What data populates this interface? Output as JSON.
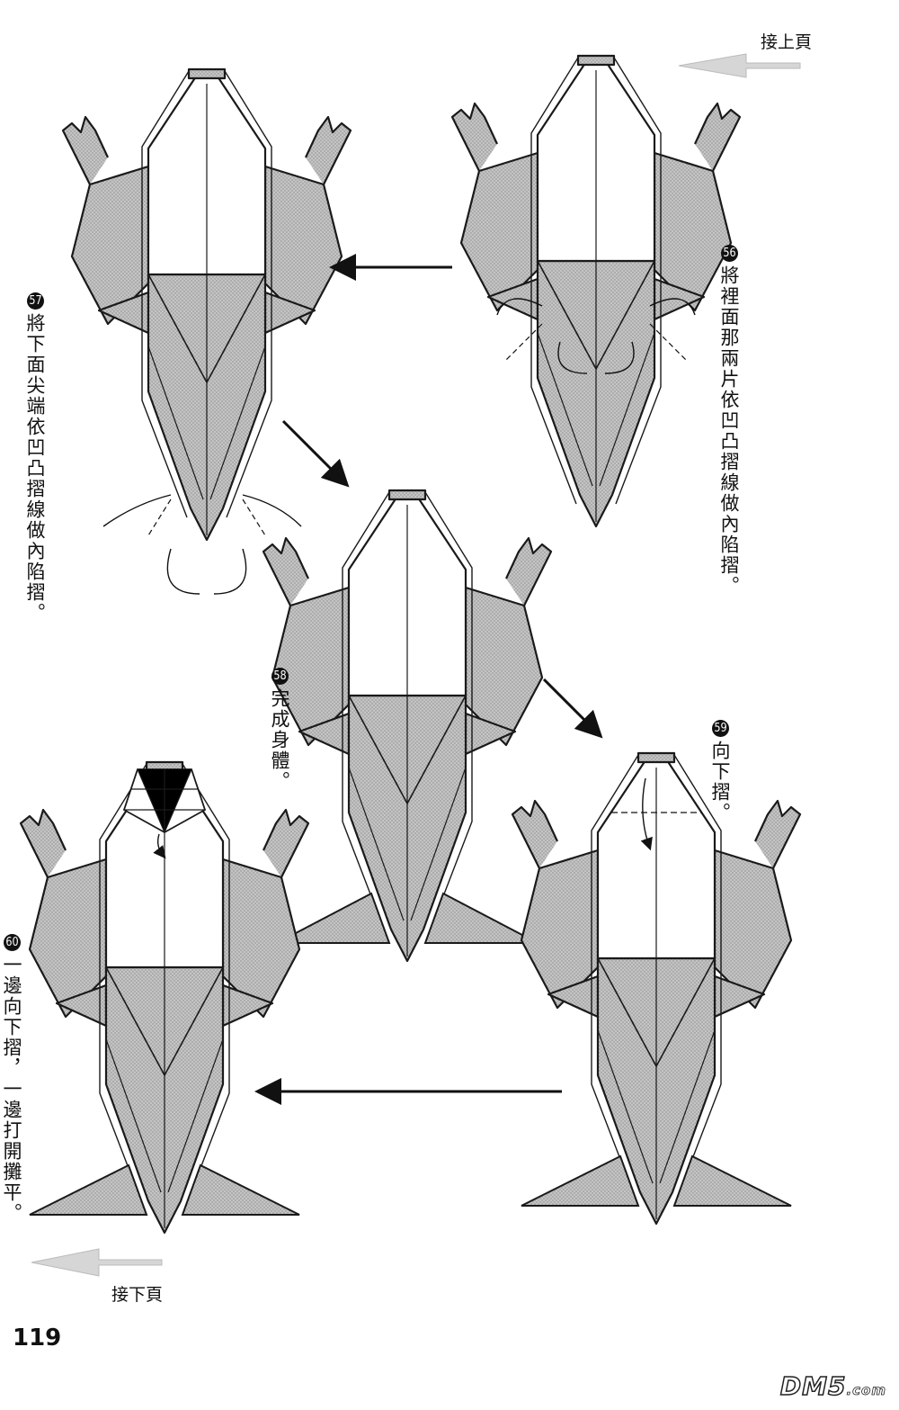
{
  "page": {
    "prev_page_label": "接上頁",
    "next_page_label": "接下頁",
    "page_number": "119",
    "watermark": "DM5",
    "watermark_suffix": ".com"
  },
  "steps": [
    {
      "num": "56",
      "text": "將裡面那兩片依凹凸摺線做內陷摺。"
    },
    {
      "num": "57",
      "text": "將下面尖端依凹凸摺線做內陷摺。"
    },
    {
      "num": "58",
      "text": "完成身體。"
    },
    {
      "num": "59",
      "text": "向下摺。"
    },
    {
      "num": "60",
      "text": "一邊向下摺，一邊打開攤平。"
    }
  ],
  "colors": {
    "shade": "#bcbcbc",
    "line": "#1a1a1a",
    "nav_arrow": "#d6d6d6"
  }
}
